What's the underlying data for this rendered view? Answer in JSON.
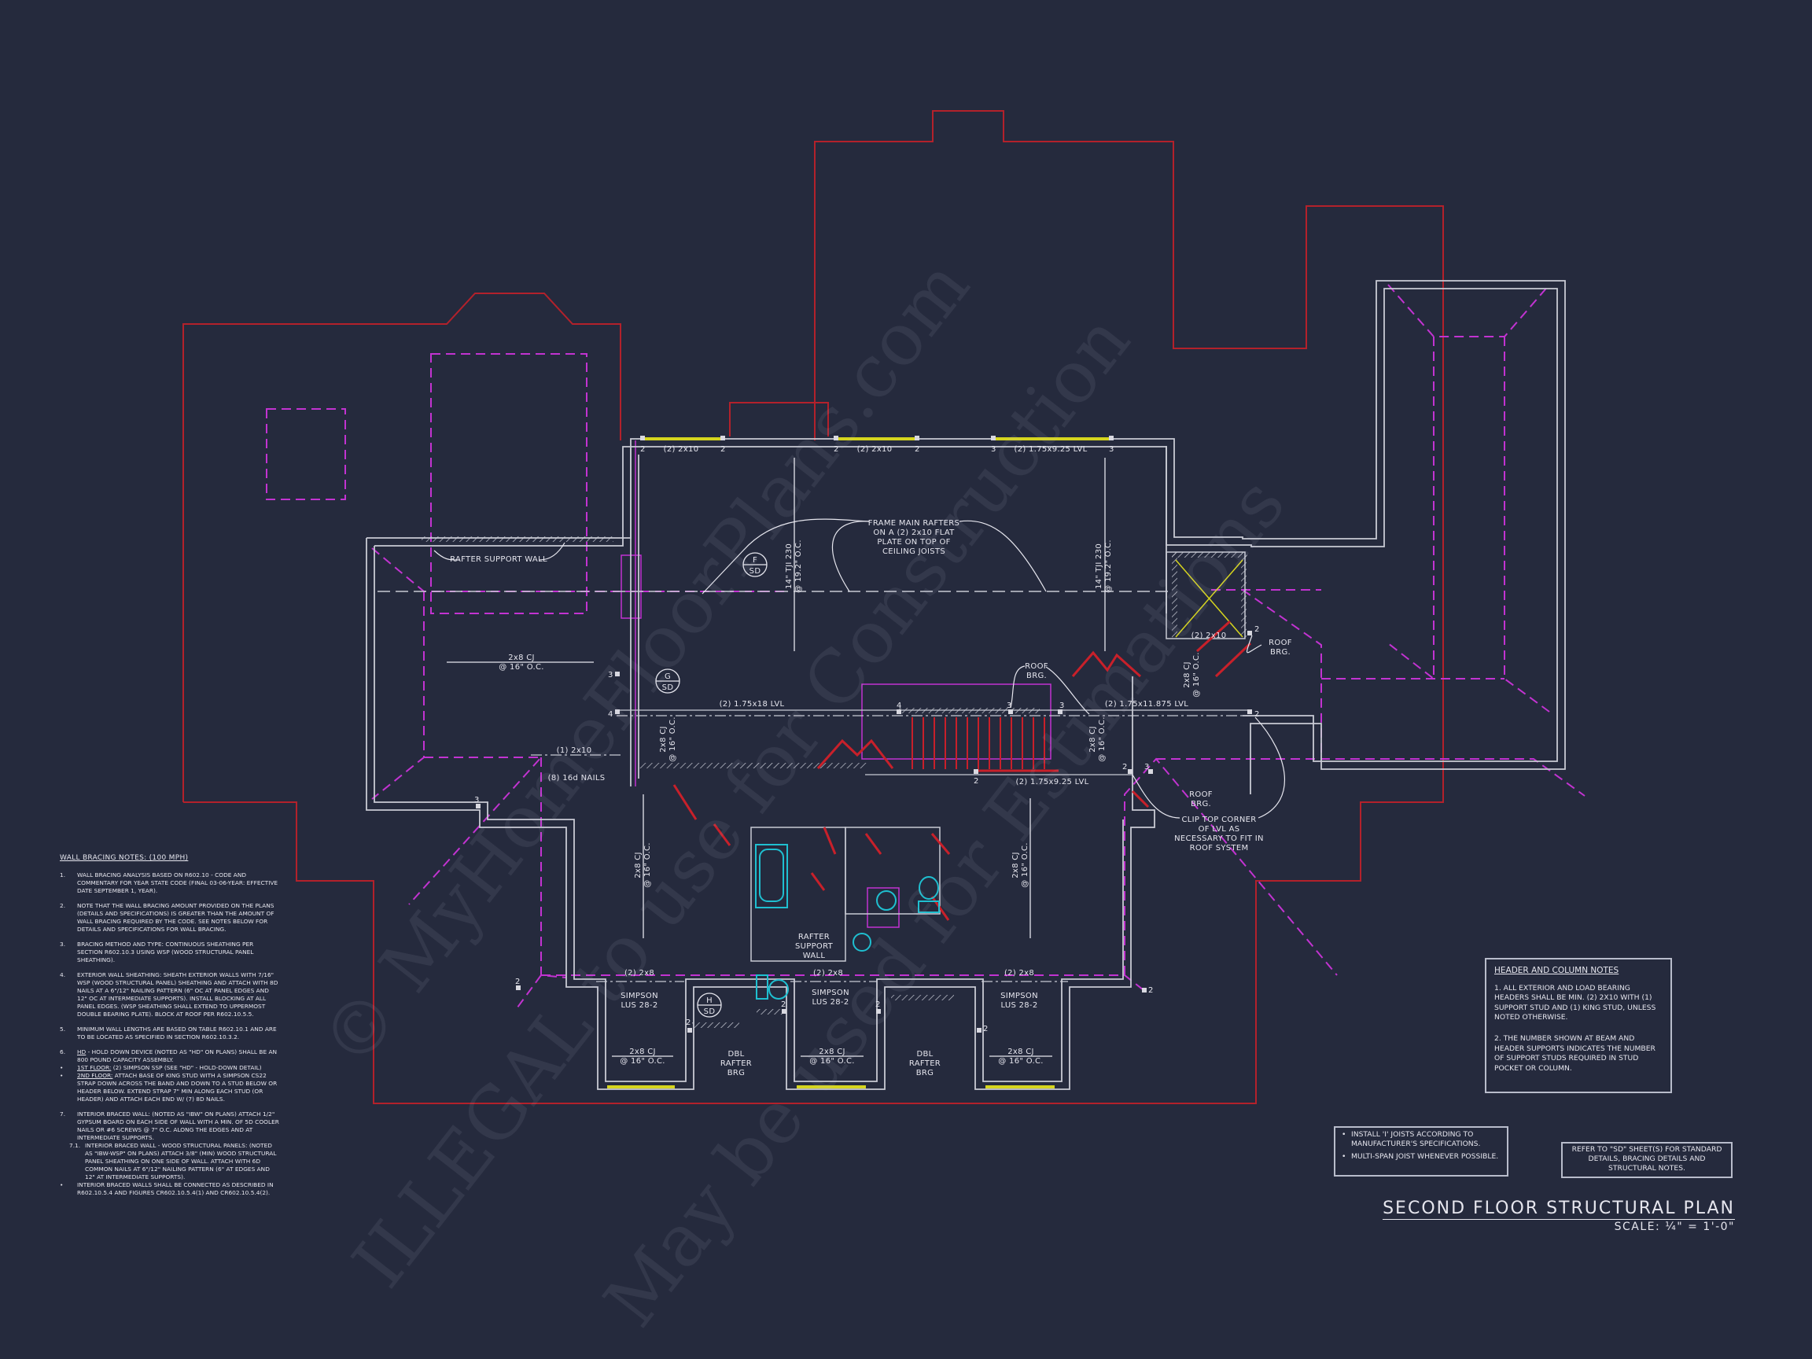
{
  "colors": {
    "background": "#252a3d",
    "roof_outline": "#b3212b",
    "roof_hips": "#c233d1",
    "walls": "#c8cad4",
    "headers": "#d6d51e",
    "fixtures": "#1fbfd0",
    "doors": "#c8202a",
    "text": "#e6e6ee"
  },
  "sheet": {
    "title": "SECOND FLOOR STRUCTURAL PLAN",
    "scale": "SCALE: ¼\" = 1'-0\""
  },
  "plan_labels": {
    "header_top_1": "(2) 2x10",
    "header_top_2": "(2) 2x10",
    "header_top_3": "(2) 1.75x9.25 LVL",
    "frame_rafters_note": [
      "FRAME MAIN RAFTERS",
      "ON A (2) 2x10 FLAT",
      "PLATE ON TOP OF",
      "CEILING JOISTS"
    ],
    "tji_left": [
      "14\" TJI 230",
      "@ 19.2\" O.C."
    ],
    "tji_right": [
      "14\" TJI 230",
      "@ 19.2\" O.C."
    ],
    "rafter_support_wall_top": "RAFTER SUPPORT WALL",
    "cj_left": [
      "2x8 CJ",
      "@ 16\" O.C."
    ],
    "detail_f": [
      "F",
      "SD"
    ],
    "detail_g": [
      "G",
      "SD"
    ],
    "detail_h": [
      "H",
      "SD"
    ],
    "beam_main": "(2) 1.75x18 LVL",
    "beam_right": "(2) 1.75x11.875 LVL",
    "beam_stair": "(2) 1.75x9.25 LVL",
    "header_attic": "(2) 2x10",
    "left_1x10": "(1) 2x10",
    "nails": "(8) 16d NAILS",
    "roof_brg": [
      "ROOF",
      "BRG."
    ],
    "clip_note": [
      "CLIP TOP CORNER",
      "OF LVL AS",
      "NECESSARY TO FIT IN",
      "ROOF SYSTEM"
    ],
    "cj_vertical": [
      "2x8 CJ",
      "@ 16\" O.C."
    ],
    "rafter_support_wall_mid": [
      "RAFTER",
      "SUPPORT",
      "WALL"
    ],
    "header_2x8": "(2) 2x8",
    "simpson": [
      "SIMPSON",
      "LUS 28-2"
    ],
    "dbl_rafter": [
      "DBL",
      "RAFTER",
      "BRG"
    ],
    "stud_counts": [
      "2",
      "3",
      "4"
    ]
  },
  "wall_bracing_notes": {
    "title": "WALL BRACING NOTES: (100 MPH)",
    "items": [
      {
        "num": "1.",
        "text": "WALL BRACING ANALYSIS BASED ON R602.10 - CODE AND COMMENTARY FOR YEAR STATE CODE (FINAL 03-06-YEAR: EFFECTIVE DATE SEPTEMBER 1, YEAR)."
      },
      {
        "num": "2.",
        "text": "NOTE THAT THE WALL BRACING AMOUNT PROVIDED ON THE PLANS (DETAILS AND SPECIFICATIONS) IS GREATER THAN THE AMOUNT OF WALL BRACING REQUIRED BY THE CODE. SEE NOTES BELOW FOR DETAILS AND SPECIFICATIONS FOR WALL BRACING."
      },
      {
        "num": "3.",
        "text": "BRACING METHOD AND TYPE: CONTINUOUS SHEATHING PER SECTION R602.10.3 USING WSP (WOOD STRUCTURAL PANEL SHEATHING)."
      },
      {
        "num": "4.",
        "text": "EXTERIOR WALL SHEATHING: SHEATH EXTERIOR WALLS WITH 7/16\" WSP (WOOD STRUCTURAL PANEL) SHEATHING AND ATTACH WITH 8d NAILS AT A 6\"/12\" NAILING PATTERN (6\" OC AT PANEL EDGES AND 12\" OC AT INTERMEDIATE SUPPORTS). INSTALL BLOCKING AT ALL PANEL EDGES. (WSP SHEATHING SHALL EXTEND TO UPPERMOST DOUBLE BEARING PLATE). BLOCK AT ROOF PER R602.10.5.5."
      },
      {
        "num": "5.",
        "text": "MINIMUM WALL LENGTHS ARE BASED ON TABLE R602.10.1 AND ARE TO BE LOCATED AS SPECIFIED IN SECTION R602.10.3.2."
      },
      {
        "num": "6.",
        "lead": "HD",
        "text": " - HOLD DOWN DEVICE (NOTED AS \"HD\" ON PLANS) SHALL BE AN 800 POUND CAPACITY ASSEMBLY."
      },
      {
        "num": "•",
        "lead": "1ST FLOOR:",
        "text": " (2) SIMPSON SSP (SEE \"HD\" - HOLD-DOWN DETAIL)"
      },
      {
        "num": "•",
        "lead": "2ND FLOOR:",
        "text": " ATTACH BASE OF KING STUD WITH A SIMPSON CS22 STRAP DOWN ACROSS THE BAND AND DOWN TO A STUD BELOW OR HEADER BELOW. EXTEND STRAP 7\" MIN ALONG EACH STUD (OR HEADER) AND ATTACH EACH END W/ (7) 8d NAILS."
      },
      {
        "num": "7.",
        "text": "INTERIOR BRACED WALL: (NOTED AS \"IBW\" ON PLANS) ATTACH 1/2\" GYPSUM BOARD ON EACH SIDE OF WALL WITH A MIN. OF 5d COOLER NAILS OR #6 SCREWS @ 7\" O.C. ALONG THE EDGES AND AT INTERMEDIATE SUPPORTS."
      },
      {
        "num": "7.1.",
        "sub": true,
        "text": "INTERIOR BRACED WALL - WOOD STRUCTURAL PANELS: (NOTED AS \"IBW-WSP\" ON PLANS) ATTACH 3/8\" (MIN) WOOD STRUCTURAL PANEL SHEATHING ON ONE SIDE OF WALL. ATTACH WITH 6d COMMON NAILS AT 6\"/12\" NAILING PATTERN (6\" AT EDGES AND 12\" AT INTERMEDIATE SUPPORTS)."
      },
      {
        "num": "•",
        "text": "INTERIOR BRACED WALLS SHALL BE CONNECTED AS DESCRIBED IN R602.10.5.4 AND FIGURES CR602.10.5.4(1) AND CR602.10.5.4(2)."
      }
    ]
  },
  "header_column_notes": {
    "title": "HEADER AND COLUMN NOTES",
    "items": [
      "1. ALL EXTERIOR AND LOAD BEARING HEADERS SHALL BE MIN. (2) 2x10 WITH (1) SUPPORT STUD AND (1) KING STUD, UNLESS NOTED OTHERWISE.",
      "2. THE NUMBER SHOWN AT BEAM AND HEADER SUPPORTS INDICATES THE NUMBER OF SUPPORT STUDS REQUIRED IN STUD POCKET OR COLUMN."
    ]
  },
  "ijoist_notes": {
    "items": [
      "INSTALL 'I' JOISTS ACCORDING TO MANUFACTURER'S SPECIFICATIONS.",
      "MULTI-SPAN JOIST WHENEVER POSSIBLE."
    ]
  },
  "reference_note": "REFER TO \"SD\" SHEET(S) FOR STANDARD DETAILS, BRACING DETAILS AND STRUCTURAL NOTES.",
  "watermarks": [
    "© MyHomeFloorPlans.com",
    "ILLEGAL to use for Construction",
    "May be used for Estimations"
  ]
}
